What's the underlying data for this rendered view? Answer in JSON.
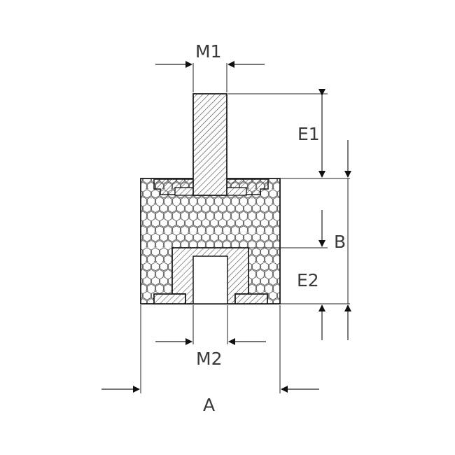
{
  "labels": {
    "m1": "M1",
    "e1": "E1",
    "b": "B",
    "e2": "E2",
    "m2": "M2",
    "a": "A"
  },
  "colors": {
    "outline": "#1a1a1a",
    "hatch": "#3a3a3a",
    "rubber_pattern": "#555555",
    "label": "#3a3a3a",
    "background": "#ffffff"
  }
}
